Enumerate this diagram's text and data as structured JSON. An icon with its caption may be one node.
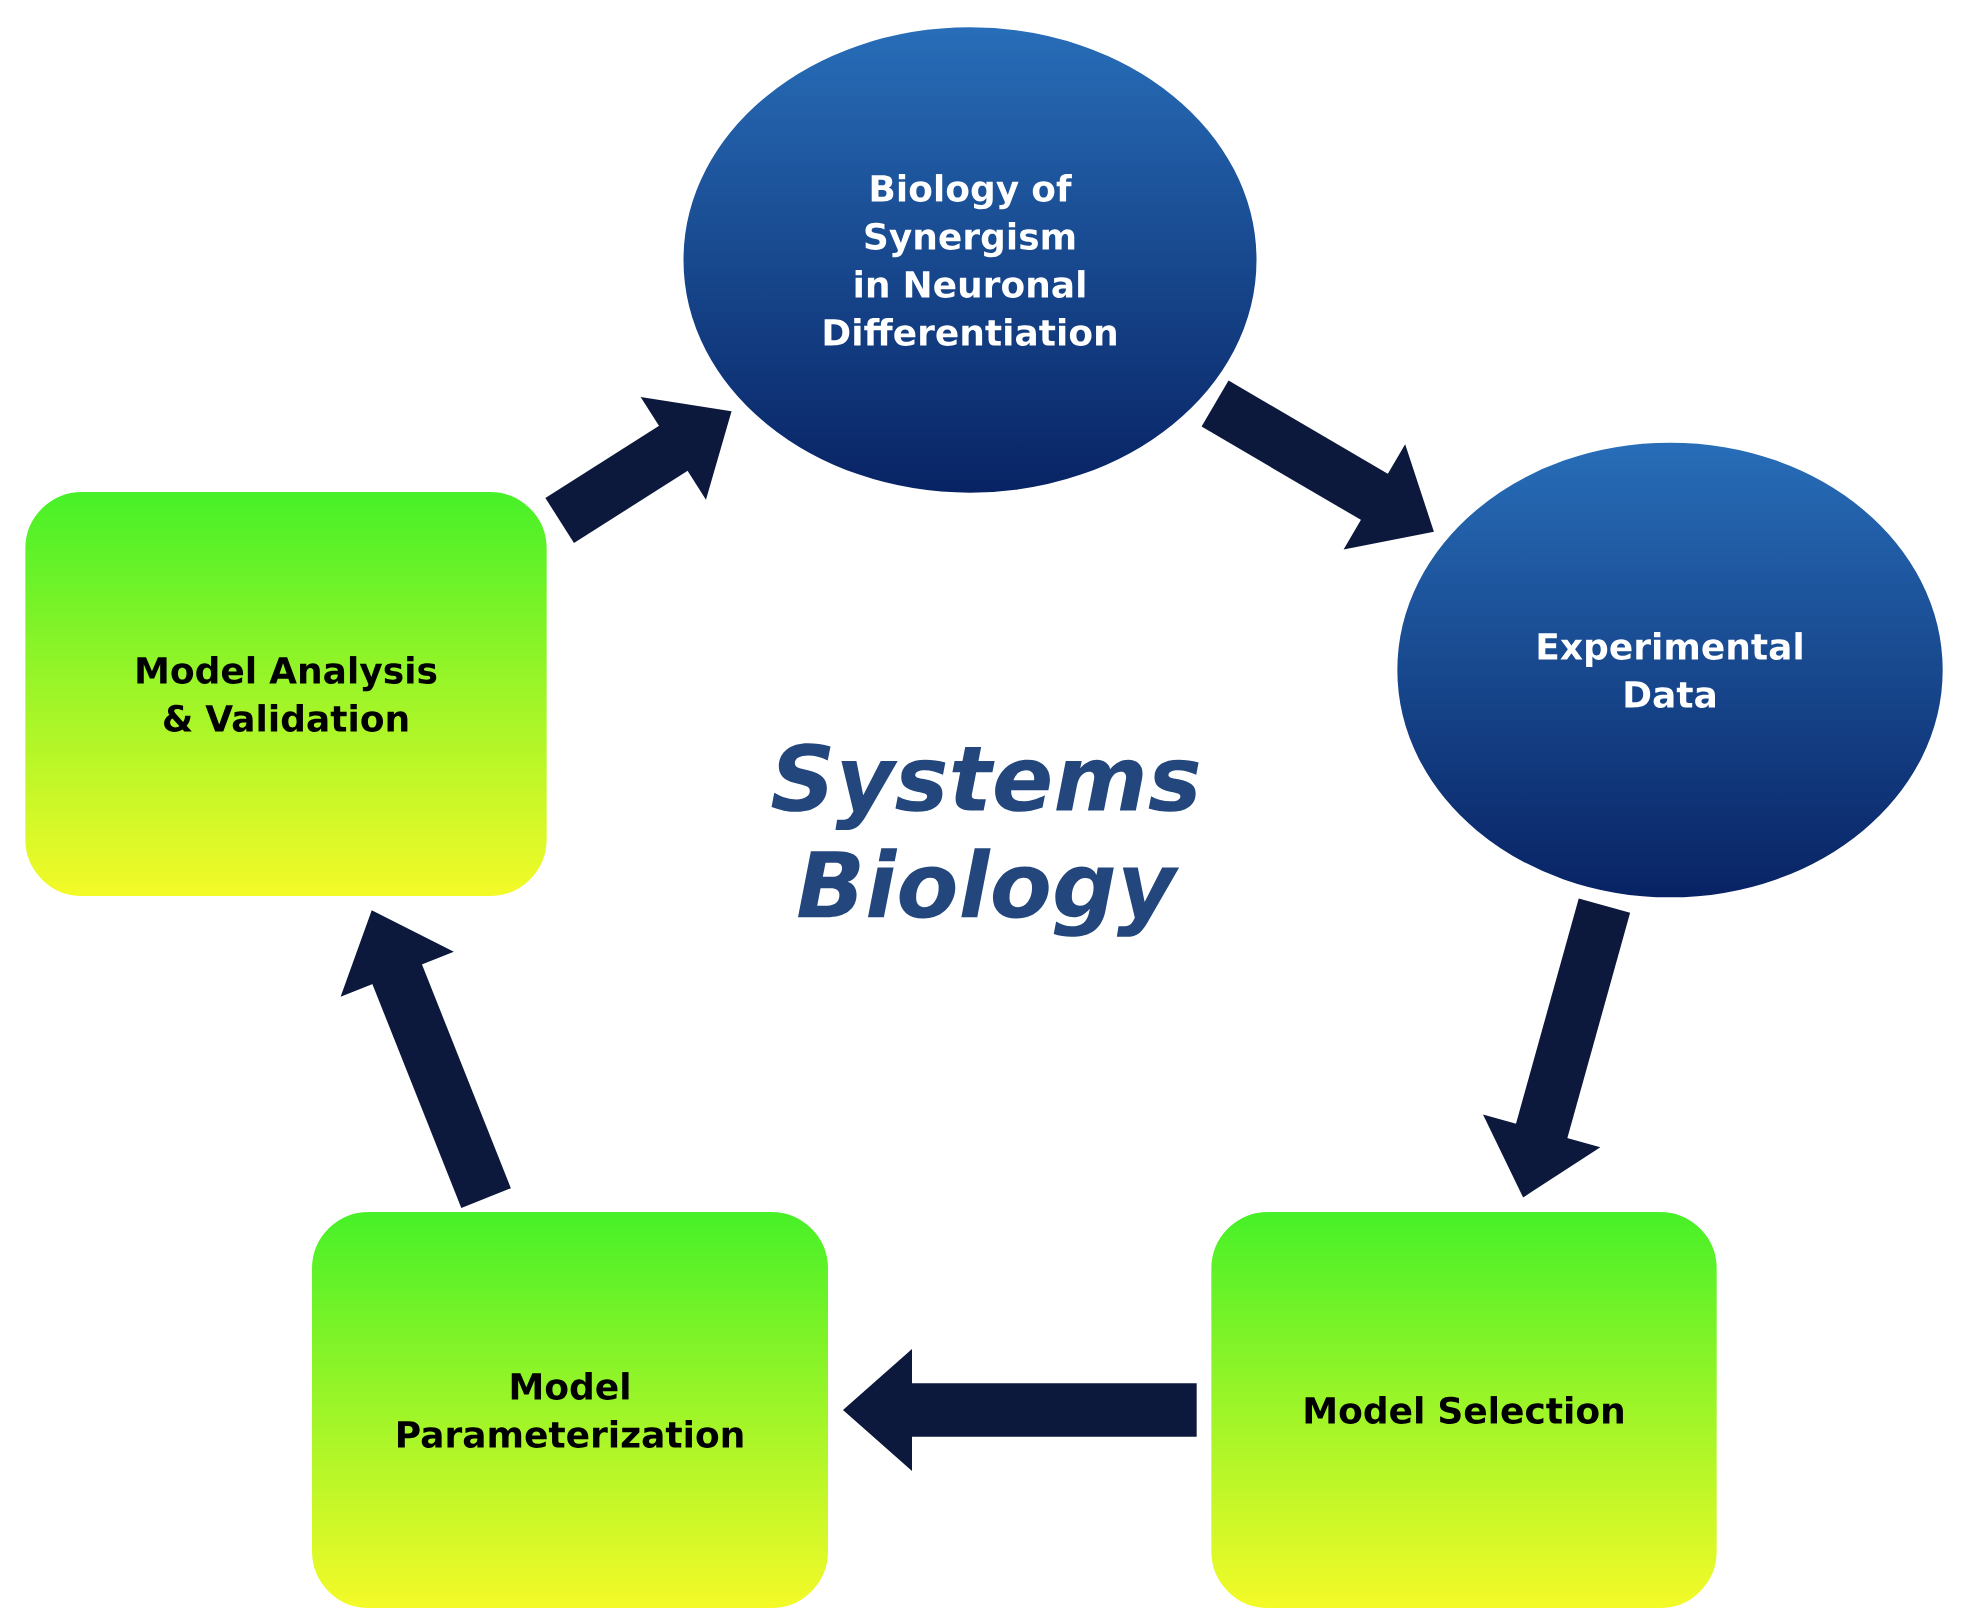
{
  "diagram": {
    "nodes": [
      {
        "text": [
          "Biology of Synergism in Neuronal Differentiation"
        ]
      },
      {
        "text": [
          "Experimental Data"
        ]
      },
      {
        "text": [
          "Model Selection"
        ]
      },
      {
        "text": [
          "Model Parameterization"
        ]
      },
      {
        "text": [
          "Model Analysis & Validation"
        ]
      }
    ],
    "edges": [
      {
        "from": 0,
        "to": 1,
        "arrow": "to"
      },
      {
        "from": 1,
        "to": 2,
        "arrow": "to"
      },
      {
        "from": 2,
        "to": 3,
        "arrow": "to"
      },
      {
        "from": 3,
        "to": 4,
        "arrow": "to"
      },
      {
        "from": 4,
        "to": 0,
        "arrow": "to"
      }
    ],
    "labels": [
      "Systems Biology"
    ]
  }
}
